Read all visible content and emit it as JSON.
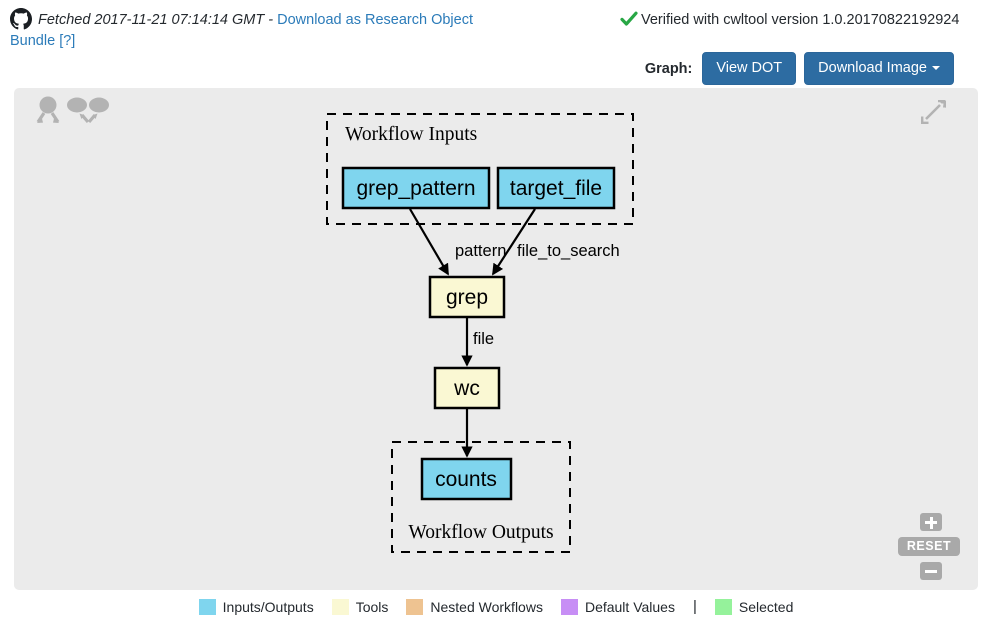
{
  "header": {
    "github_icon": "github-mark-icon",
    "fetched_text": "Fetched 2017-11-21 07:14:14 GMT",
    "separator": " - ",
    "download_link": "Download as Research Object Bundle",
    "help_link": "[?]",
    "verified_icon": "green-check-icon",
    "verified_text": "Verified with cwltool version 1.0.20170822192924",
    "graph_label": "Graph:",
    "view_dot_button": "View DOT",
    "download_image_button": "Download Image"
  },
  "canvas": {
    "icons": {
      "diverge": "expand-nodes-icon",
      "converge": "collapse-nodes-icon",
      "fullscreen": "fullscreen-expand-icon"
    },
    "zoom": {
      "plus": "+",
      "reset": "RESET",
      "minus": "−"
    }
  },
  "graph": {
    "clusters": [
      {
        "id": "inputs",
        "label": "Workflow Inputs",
        "label_position": "top"
      },
      {
        "id": "outputs",
        "label": "Workflow Outputs",
        "label_position": "bottom"
      }
    ],
    "nodes": [
      {
        "id": "grep_pattern",
        "label": "grep_pattern",
        "type": "input"
      },
      {
        "id": "target_file",
        "label": "target_file",
        "type": "input"
      },
      {
        "id": "grep",
        "label": "grep",
        "type": "tool"
      },
      {
        "id": "wc",
        "label": "wc",
        "type": "tool"
      },
      {
        "id": "counts",
        "label": "counts",
        "type": "output"
      }
    ],
    "edges": [
      {
        "from": "grep_pattern",
        "to": "grep",
        "label": "pattern"
      },
      {
        "from": "target_file",
        "to": "grep",
        "label": "file_to_search"
      },
      {
        "from": "grep",
        "to": "wc",
        "label": "file"
      },
      {
        "from": "wc",
        "to": "counts",
        "label": ""
      }
    ]
  },
  "legend": {
    "items": [
      {
        "label": "Inputs/Outputs",
        "color": "#7fd5ee"
      },
      {
        "label": "Tools",
        "color": "#faf8d3"
      },
      {
        "label": "Nested Workflows",
        "color": "#eec391"
      },
      {
        "label": "Default Values",
        "color": "#c78ef5"
      }
    ],
    "separator": "|",
    "selected": {
      "label": "Selected",
      "color": "#95f29b"
    }
  },
  "colors": {
    "input_output_fill": "#7fd5ee",
    "tool_fill": "#faf8d3",
    "canvas_bg": "#ebebeb",
    "link": "#2b7bb9",
    "button": "#2d6ca2",
    "verified_green": "#28a745"
  }
}
